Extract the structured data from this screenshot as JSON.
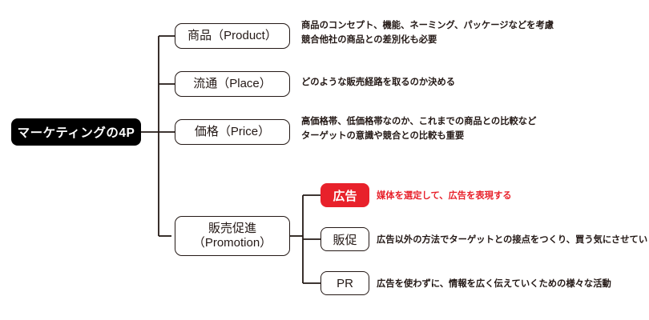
{
  "diagram": {
    "title": "マーケティングの4P",
    "accent_color": "#e8212b",
    "line_color": "#231815",
    "root": {
      "label": "マーケティングの4P"
    },
    "branches": [
      {
        "key": "product",
        "label": "商品（Product）",
        "description": "商品のコンセプト、機能、ネーミング、パッケージなどを考慮\n競合他社の商品との差別化も必要"
      },
      {
        "key": "place",
        "label": "流通（Place）",
        "description": "どのような販売経路を取るのか決める"
      },
      {
        "key": "price",
        "label": "価格（Price）",
        "description": "高価格帯、低価格帯なのか、これまでの商品との比較など\nターゲットの意識や競合との比較も重要"
      },
      {
        "key": "promotion",
        "label": "販売促進\n（Promotion）",
        "description": ""
      }
    ],
    "sub_branches": [
      {
        "key": "ad",
        "label": "広告",
        "description": "媒体を選定して、広告を表現する",
        "highlighted": true
      },
      {
        "key": "sales-promotion",
        "label": "販促",
        "description": "広告以外の方法でターゲットとの接点をつくり、買う気にさせていく",
        "highlighted": false
      },
      {
        "key": "pr",
        "label": "PR",
        "description": "広告を使わずに、情報を広く伝えていくための様々な活動",
        "highlighted": false
      }
    ]
  }
}
